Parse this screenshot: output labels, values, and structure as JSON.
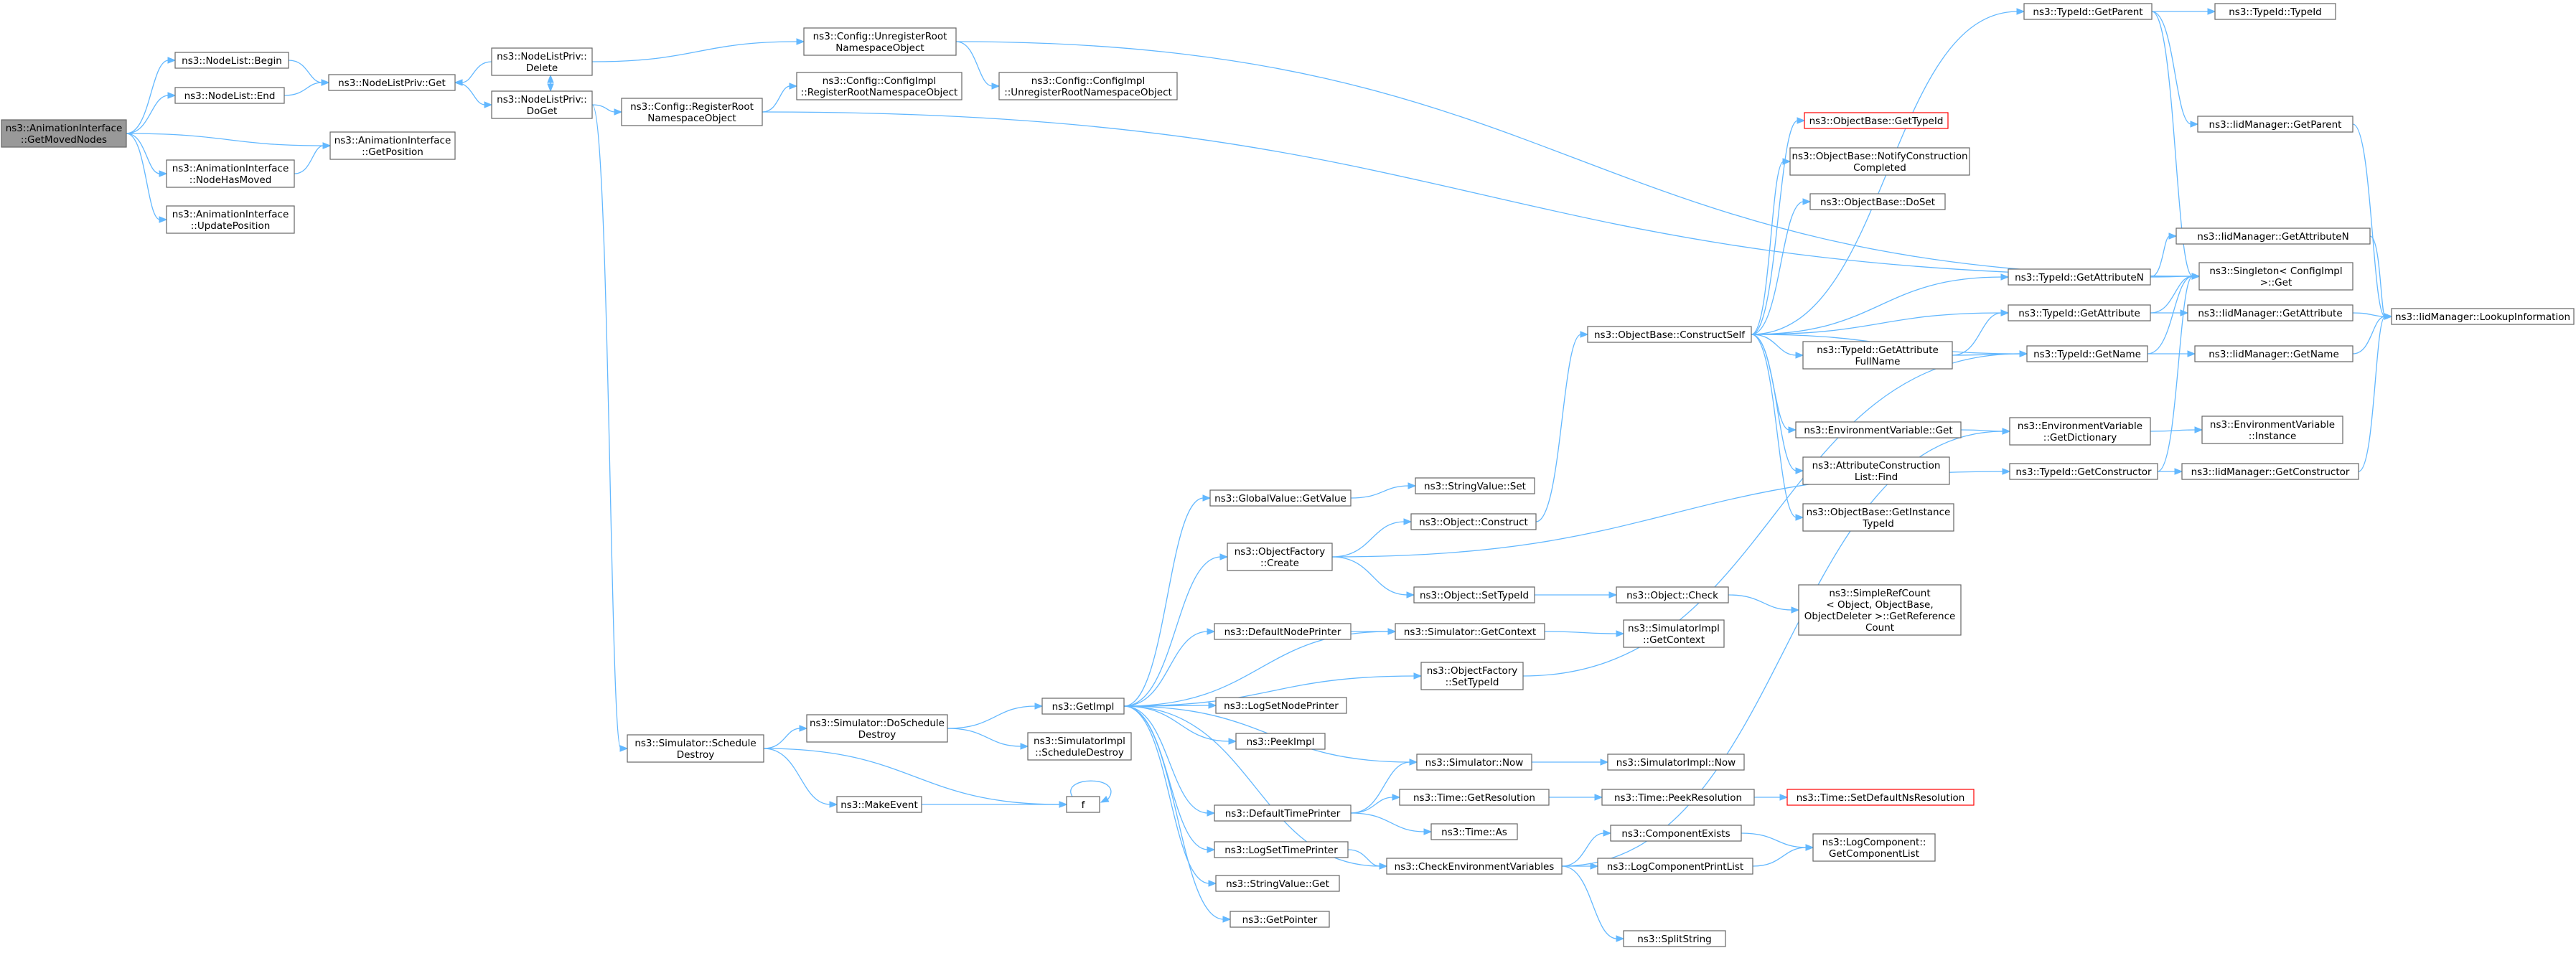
{
  "diagram": {
    "colors": {
      "edge": "#63b8ff",
      "node_border": "#666666",
      "root_fill": "#999999",
      "highlight_border": "#ff0000"
    },
    "nodes": [
      {
        "id": "root",
        "lines": [
          "ns3::AnimationInterface",
          "::GetMovedNodes"
        ]
      },
      {
        "id": "nl_begin",
        "lines": [
          "ns3::NodeList::Begin"
        ]
      },
      {
        "id": "nl_end",
        "lines": [
          "ns3::NodeList::End"
        ]
      },
      {
        "id": "ai_nodehasmoved",
        "lines": [
          "ns3::AnimationInterface",
          "::NodeHasMoved"
        ]
      },
      {
        "id": "ai_updatepos",
        "lines": [
          "ns3::AnimationInterface",
          "::UpdatePosition"
        ]
      },
      {
        "id": "nlp_get",
        "lines": [
          "ns3::NodeListPriv::Get"
        ]
      },
      {
        "id": "ai_getpos",
        "lines": [
          "ns3::AnimationInterface",
          "::GetPosition"
        ]
      },
      {
        "id": "nlp_delete",
        "lines": [
          "ns3::NodeListPriv::",
          "Delete"
        ]
      },
      {
        "id": "nlp_doget",
        "lines": [
          "ns3::NodeListPriv::",
          "DoGet"
        ]
      },
      {
        "id": "cfg_unreg",
        "lines": [
          "ns3::Config::UnregisterRoot",
          "NamespaceObject"
        ]
      },
      {
        "id": "cfg_reg",
        "lines": [
          "ns3::Config::RegisterRoot",
          "NamespaceObject"
        ]
      },
      {
        "id": "cfgimpl_reg",
        "lines": [
          "ns3::Config::ConfigImpl",
          "::RegisterRootNamespaceObject"
        ]
      },
      {
        "id": "cfgimpl_unreg",
        "lines": [
          "ns3::Config::ConfigImpl",
          "::UnregisterRootNamespaceObject"
        ]
      },
      {
        "id": "sim_schedule_destroy",
        "lines": [
          "ns3::Simulator::Schedule",
          "Destroy"
        ]
      },
      {
        "id": "sim_doschedule_destroy",
        "lines": [
          "ns3::Simulator::DoSchedule",
          "Destroy"
        ]
      },
      {
        "id": "makeevent",
        "lines": [
          "ns3::MakeEvent"
        ]
      },
      {
        "id": "f",
        "lines": [
          "f"
        ]
      },
      {
        "id": "getimpl",
        "lines": [
          "ns3::GetImpl"
        ]
      },
      {
        "id": "simimpl_schedule_destroy",
        "lines": [
          "ns3::SimulatorImpl",
          "::ScheduleDestroy"
        ]
      },
      {
        "id": "gv_getvalue",
        "lines": [
          "ns3::GlobalValue::GetValue"
        ]
      },
      {
        "id": "objfactory_create",
        "lines": [
          "ns3::ObjectFactory",
          "::Create"
        ]
      },
      {
        "id": "default_node_printer",
        "lines": [
          "ns3::DefaultNodePrinter"
        ]
      },
      {
        "id": "log_set_node_printer",
        "lines": [
          "ns3::LogSetNodePrinter"
        ]
      },
      {
        "id": "peekimpl",
        "lines": [
          "ns3::PeekImpl"
        ]
      },
      {
        "id": "default_time_printer",
        "lines": [
          "ns3::DefaultTimePrinter"
        ]
      },
      {
        "id": "log_set_time_printer",
        "lines": [
          "ns3::LogSetTimePrinter"
        ]
      },
      {
        "id": "stringvalue_get",
        "lines": [
          "ns3::StringValue::Get"
        ]
      },
      {
        "id": "getpointer",
        "lines": [
          "ns3::GetPointer"
        ]
      },
      {
        "id": "stringvalue_set",
        "lines": [
          "ns3::StringValue::Set"
        ]
      },
      {
        "id": "object_construct",
        "lines": [
          "ns3::Object::Construct"
        ]
      },
      {
        "id": "object_settypeid",
        "lines": [
          "ns3::Object::SetTypeId"
        ]
      },
      {
        "id": "sim_getcontext",
        "lines": [
          "ns3::Simulator::GetContext"
        ]
      },
      {
        "id": "objfactory_settypeid",
        "lines": [
          "ns3::ObjectFactory",
          "::SetTypeId"
        ]
      },
      {
        "id": "sim_now",
        "lines": [
          "ns3::Simulator::Now"
        ]
      },
      {
        "id": "time_getres",
        "lines": [
          "ns3::Time::GetResolution"
        ]
      },
      {
        "id": "time_as",
        "lines": [
          "ns3::Time::As"
        ]
      },
      {
        "id": "check_env_vars",
        "lines": [
          "ns3::CheckEnvironmentVariables"
        ]
      },
      {
        "id": "object_check",
        "lines": [
          "ns3::Object::Check"
        ]
      },
      {
        "id": "simimpl_getcontext",
        "lines": [
          "ns3::SimulatorImpl",
          "::GetContext"
        ]
      },
      {
        "id": "simimpl_now",
        "lines": [
          "ns3::SimulatorImpl::Now"
        ]
      },
      {
        "id": "time_peekres",
        "lines": [
          "ns3::Time::PeekResolution"
        ]
      },
      {
        "id": "time_setdefault",
        "lines": [
          "ns3::Time::SetDefaultNsResolution"
        ],
        "highlight": true
      },
      {
        "id": "component_exists",
        "lines": [
          "ns3::ComponentExists"
        ]
      },
      {
        "id": "logcomp_printlist",
        "lines": [
          "ns3::LogComponentPrintList"
        ]
      },
      {
        "id": "splitstring",
        "lines": [
          "ns3::SplitString"
        ]
      },
      {
        "id": "logcomp_getlist",
        "lines": [
          "ns3::LogComponent::",
          "GetComponentList"
        ]
      },
      {
        "id": "simplerefcount",
        "lines": [
          "ns3::SimpleRefCount",
          "< Object, ObjectBase,",
          "ObjectDeleter >::GetReference",
          "Count"
        ]
      },
      {
        "id": "ob_constructself",
        "lines": [
          "ns3::ObjectBase::ConstructSelf"
        ]
      },
      {
        "id": "ob_gettypeid",
        "lines": [
          "ns3::ObjectBase::GetTypeId"
        ],
        "highlight": true
      },
      {
        "id": "ob_notify",
        "lines": [
          "ns3::ObjectBase::NotifyConstruction",
          "Completed"
        ]
      },
      {
        "id": "ob_doset",
        "lines": [
          "ns3::ObjectBase::DoSet"
        ]
      },
      {
        "id": "envvar_get",
        "lines": [
          "ns3::EnvironmentVariable::Get"
        ]
      },
      {
        "id": "attr_constr_find",
        "lines": [
          "ns3::AttributeConstruction",
          "List::Find"
        ]
      },
      {
        "id": "ob_getinstance",
        "lines": [
          "ns3::ObjectBase::GetInstance",
          "TypeId"
        ]
      },
      {
        "id": "typeid_getattrfullname",
        "lines": [
          "ns3::TypeId::GetAttribute",
          "FullName"
        ]
      },
      {
        "id": "typeid_getparent",
        "lines": [
          "ns3::TypeId::GetParent"
        ]
      },
      {
        "id": "typeid_getattrn",
        "lines": [
          "ns3::TypeId::GetAttributeN"
        ]
      },
      {
        "id": "typeid_getattr",
        "lines": [
          "ns3::TypeId::GetAttribute"
        ]
      },
      {
        "id": "typeid_getname",
        "lines": [
          "ns3::TypeId::GetName"
        ]
      },
      {
        "id": "envvar_getdict",
        "lines": [
          "ns3::EnvironmentVariable",
          "::GetDictionary"
        ]
      },
      {
        "id": "typeid_getconstructor",
        "lines": [
          "ns3::TypeId::GetConstructor"
        ]
      },
      {
        "id": "typeid_typeid",
        "lines": [
          "ns3::TypeId::TypeId"
        ]
      },
      {
        "id": "iid_getparent",
        "lines": [
          "ns3::IidManager::GetParent"
        ]
      },
      {
        "id": "iid_getattrn",
        "lines": [
          "ns3::IidManager::GetAttributeN"
        ]
      },
      {
        "id": "singleton_get",
        "lines": [
          "ns3::Singleton< ConfigImpl",
          " >::Get"
        ]
      },
      {
        "id": "iid_getattr",
        "lines": [
          "ns3::IidManager::GetAttribute"
        ]
      },
      {
        "id": "iid_getname",
        "lines": [
          "ns3::IidManager::GetName"
        ]
      },
      {
        "id": "envvar_instance",
        "lines": [
          "ns3::EnvironmentVariable",
          "::Instance"
        ]
      },
      {
        "id": "iid_getconstructor",
        "lines": [
          "ns3::IidManager::GetConstructor"
        ]
      },
      {
        "id": "iid_lookup",
        "lines": [
          "ns3::IidManager::LookupInformation"
        ]
      }
    ]
  }
}
